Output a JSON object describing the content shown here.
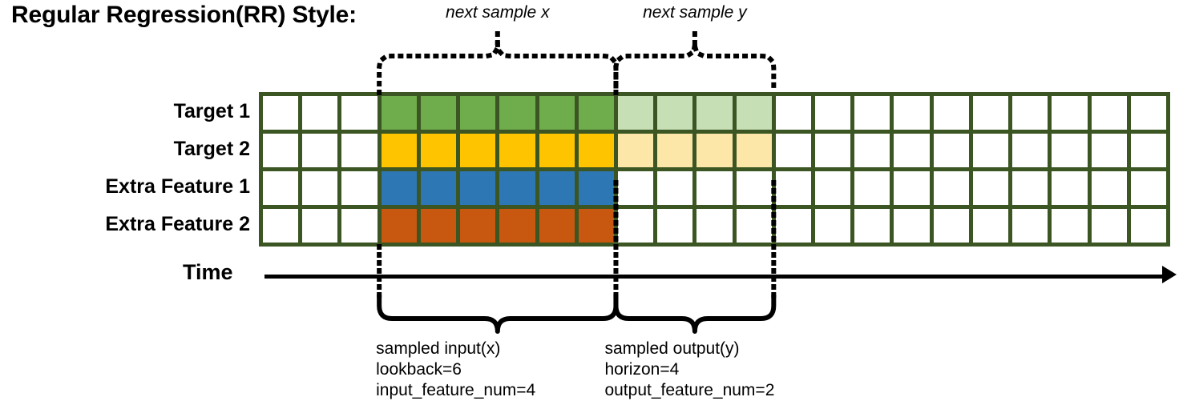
{
  "title": "Regular Regression(RR) Style:",
  "rows": [
    {
      "label": "Target 1",
      "color": "#6fac4b",
      "light": "#c6dfb5",
      "has_light": true
    },
    {
      "label": "Target 2",
      "color": "#ffc400",
      "light": "#fce6a8",
      "has_light": true
    },
    {
      "label": "Extra Feature 1",
      "color": "#2e77b5",
      "light": "",
      "has_light": false
    },
    {
      "label": "Extra Feature 2",
      "color": "#c8570f",
      "light": "",
      "has_light": false
    }
  ],
  "grid": {
    "total_columns": 23,
    "leading_blank_columns": 3,
    "input_columns": 6,
    "output_columns": 4,
    "trailing_blank_columns": 10,
    "border_color": "#3b5622",
    "empty_cell_color": "#ffffff"
  },
  "axis": {
    "label": "Time",
    "direction": "right"
  },
  "top_braces": [
    {
      "text": "next sample x"
    },
    {
      "text": "next sample y"
    }
  ],
  "bottom_braces": [
    {
      "lines": [
        "sampled input(x)",
        "lookback=6",
        "input_feature_num=4"
      ],
      "name": "sampled-input"
    },
    {
      "lines": [
        "sampled output(y)",
        "horizon=4",
        "output_feature_num=2"
      ],
      "name": "sampled-output"
    }
  ]
}
